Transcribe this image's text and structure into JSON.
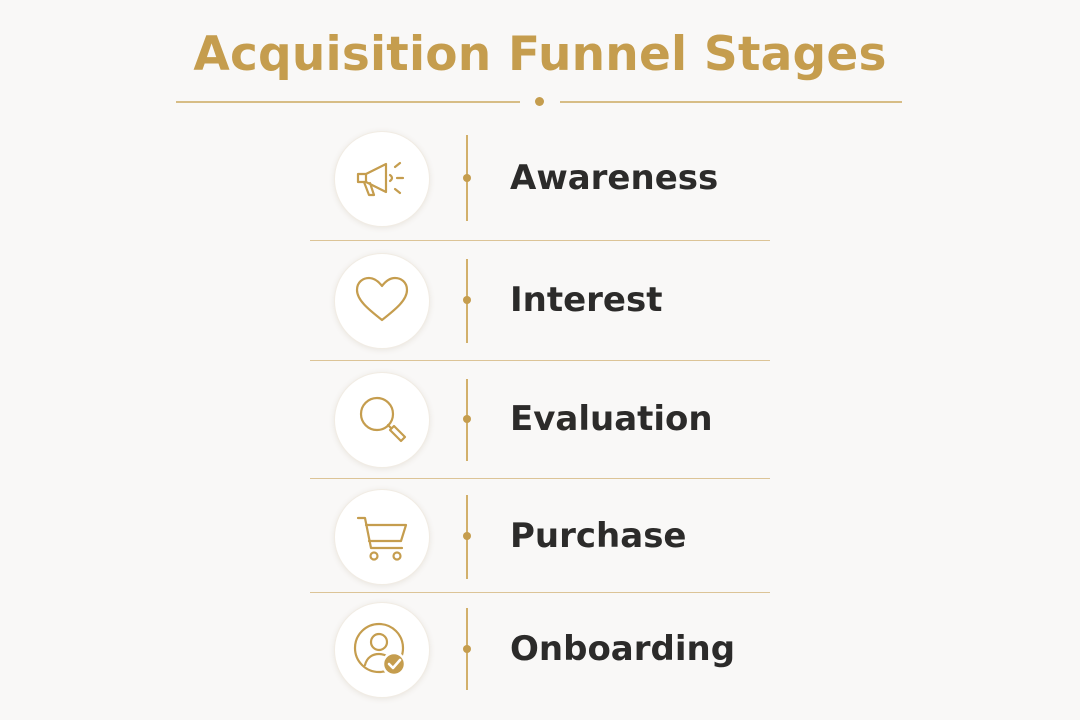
{
  "title": "Acquisition Funnel Stages",
  "accent_color": "#c59d4e",
  "text_color": "#2c2b2a",
  "stages": [
    {
      "label": "Awareness",
      "icon": "megaphone-icon"
    },
    {
      "label": "Interest",
      "icon": "heart-icon"
    },
    {
      "label": "Evaluation",
      "icon": "magnifier-icon"
    },
    {
      "label": "Purchase",
      "icon": "shopping-cart-icon"
    },
    {
      "label": "Onboarding",
      "icon": "user-check-icon"
    }
  ]
}
